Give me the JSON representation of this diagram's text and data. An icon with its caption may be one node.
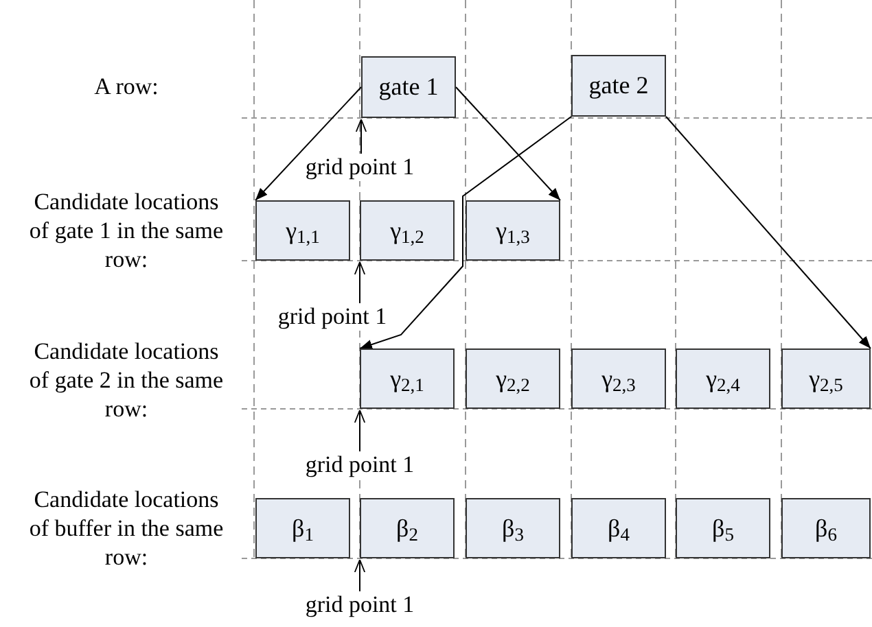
{
  "diagram": {
    "nodes": [
      {
        "text": [
          "gate 1"
        ]
      },
      {
        "text": [
          "gate 2"
        ]
      },
      {
        "text": [
          "grid point 1"
        ]
      },
      {
        "text": [
          "γ$_{1,1}$"
        ]
      },
      {
        "text": [
          "γ$_{1,2}$"
        ]
      },
      {
        "text": [
          "γ$_{1,3}$"
        ]
      },
      {
        "text": [
          "grid point 1"
        ]
      },
      {
        "text": [
          "γ$_{2,1}$"
        ]
      },
      {
        "text": [
          "γ$_{2,2}$"
        ]
      },
      {
        "text": [
          "γ$_{2,3}$"
        ]
      },
      {
        "text": [
          "γ$_{2,4}$"
        ]
      },
      {
        "text": [
          "γ$_{2,5}$"
        ]
      },
      {
        "text": [
          "grid point 1"
        ]
      },
      {
        "text": [
          "β$_{1}$"
        ]
      },
      {
        "text": [
          "β$_{2}$"
        ]
      },
      {
        "text": [
          "β$_{3}$"
        ]
      },
      {
        "text": [
          "β$_{4}$"
        ]
      },
      {
        "text": [
          "β$_{5}$"
        ]
      },
      {
        "text": [
          "β$_{6}$"
        ]
      },
      {
        "text": [
          "grid point 1"
        ]
      }
    ],
    "edges": [
      {
        "from": 0,
        "to": 3,
        "arrow": "to"
      },
      {
        "from": 0,
        "to": 5,
        "arrow": "to"
      },
      {
        "from": 1,
        "to": 7,
        "arrow": "to"
      },
      {
        "from": 1,
        "to": 11,
        "arrow": "to"
      },
      {
        "from": 2,
        "to": 0,
        "arrow": "to"
      },
      {
        "from": 6,
        "to": 4,
        "arrow": "to"
      },
      {
        "from": 12,
        "to": 7,
        "arrow": "to"
      },
      {
        "from": 19,
        "to": 14,
        "arrow": "to"
      }
    ],
    "labels": [
      "A row:",
      "Candidate locations of gate 1 in the same row:",
      "Candidate locations of gate 2 in the same row:",
      "Candidate locations of buffer in the same row:"
    ]
  }
}
